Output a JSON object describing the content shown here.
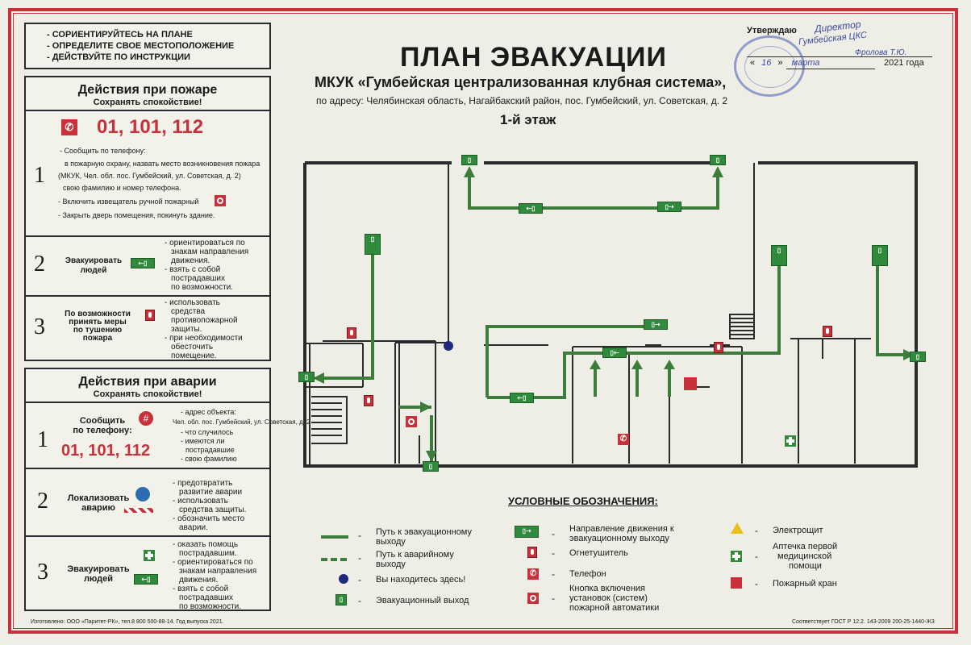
{
  "top_left": {
    "lines": [
      "- СОРИЕНТИРУЙТЕСЬ НА ПЛАНЕ",
      "- ОПРЕДЕЛИТЕ СВОЕ МЕСТОПОЛОЖЕНИЕ",
      "- ДЕЙСТВУЙТЕ ПО ИНСТРУКЦИИ"
    ]
  },
  "fire": {
    "title": "Действия при пожаре",
    "subtitle": "Сохранять спокойствие!",
    "phone": "01, 101, 112",
    "step1": {
      "num": "1",
      "lines": [
        "- Сообщить по телефону:",
        "в пожарную охрану, назвать место возникновения пожара",
        "(МКУК, Чел. обл. пос. Гумбейский, ул. Советская, д. 2)",
        "свою фамилию и номер телефона.",
        "- Включить извещатель ручной пожарный",
        "- Закрыть дверь помещения, покинуть здание."
      ]
    },
    "step2": {
      "num": "2",
      "label_lines": [
        "Эвакуировать",
        "людей"
      ],
      "lines": [
        "- ориентироваться по",
        "знакам направления",
        "движения.",
        "- взять с собой",
        "пострадавших",
        "по возможности."
      ]
    },
    "step3": {
      "num": "3",
      "label_lines": [
        "По возможности",
        "принять меры",
        "по тушению",
        "пожара"
      ],
      "lines": [
        "- использовать",
        "средства",
        "противопожарной",
        "защиты.",
        "- при необходимости",
        "обесточить",
        "помещение."
      ]
    }
  },
  "accident": {
    "title": "Действия при аварии",
    "subtitle": "Сохранять спокойствие!",
    "step1": {
      "num": "1",
      "label_lines": [
        "Сообщить",
        "по телефону:"
      ],
      "phone": "01, 101, 112",
      "lines": [
        "- адрес объекта:",
        "Чел. обл. пос. Гумбейский, ул. Советская, д. 2",
        "- что случилось",
        "- имеются ли",
        "пострадавшие",
        "- свою фамилию"
      ]
    },
    "step2": {
      "num": "2",
      "label_lines": [
        "Локализовать",
        "аварию"
      ],
      "lines": [
        "- предотвратить",
        "развитие аварии",
        "- использовать",
        "средства защиты.",
        "- обозначить место",
        "аварии."
      ]
    },
    "step3": {
      "num": "3",
      "label_lines": [
        "Эвакуировать",
        "людей"
      ],
      "lines": [
        "- оказать помощь",
        "пострадавшим.",
        "- ориентироваться по",
        "знакам направления",
        "движения.",
        "- взять с собой",
        "пострадавших",
        "по возможности."
      ]
    }
  },
  "approval": {
    "label": "Утверждаю",
    "handwritten_1": "Директор",
    "handwritten_2": "Гумбейская ЦКС",
    "handwritten_sig": "Фролова Т.Ю.",
    "date_quote_open": "«",
    "date_day": "16",
    "date_quote_close": "»",
    "date_month": "марта",
    "year_text": "2021 года"
  },
  "header": {
    "title": "ПЛАН ЭВАКУАЦИИ",
    "org": "МКУК «Гумбейская централизованная клубная система»,",
    "address": "по адресу: Челябинская область, Нагайбакский район, пос. Гумбейский, ул. Советская, д. 2",
    "floor": "1-й этаж"
  },
  "legend": {
    "title": "УСЛОВНЫЕ ОБОЗНАЧЕНИЯ:",
    "items": [
      {
        "text": [
          "Путь к эвакуационному",
          "выходу"
        ]
      },
      {
        "text": [
          "Путь к аварийному",
          "выходу"
        ]
      },
      {
        "text": [
          "Вы находитесь здесь!"
        ]
      },
      {
        "text": [
          "Эвакуационный выход"
        ]
      },
      {
        "text": [
          "Направление движения к",
          "эвакуационному выходу"
        ]
      },
      {
        "text": [
          "Огнетушитель"
        ]
      },
      {
        "text": [
          "Телефон"
        ]
      },
      {
        "text": [
          "Кнопка включения",
          "установок (систем)",
          "пожарной автоматики"
        ]
      },
      {
        "text": [
          "Электрощит"
        ]
      },
      {
        "text": [
          "Аптечка первой",
          "медицинской",
          "помощи"
        ]
      },
      {
        "text": [
          "Пожарный кран"
        ]
      }
    ],
    "dash": "-"
  },
  "footer": {
    "left": "Изготовлено: ООО «Паритет-РК», тел.8 800 500-88-14. Год выпуска 2021.",
    "right": "Соответствует ГОСТ Р 12.2. 143-2009 200-25-1440-Ж3"
  },
  "colors": {
    "border_red": "#c8303a",
    "route_green": "#3d7d3c",
    "sign_green": "#2f8a3c",
    "here_blue": "#1f2a7a",
    "wall": "#2a2a2a"
  }
}
